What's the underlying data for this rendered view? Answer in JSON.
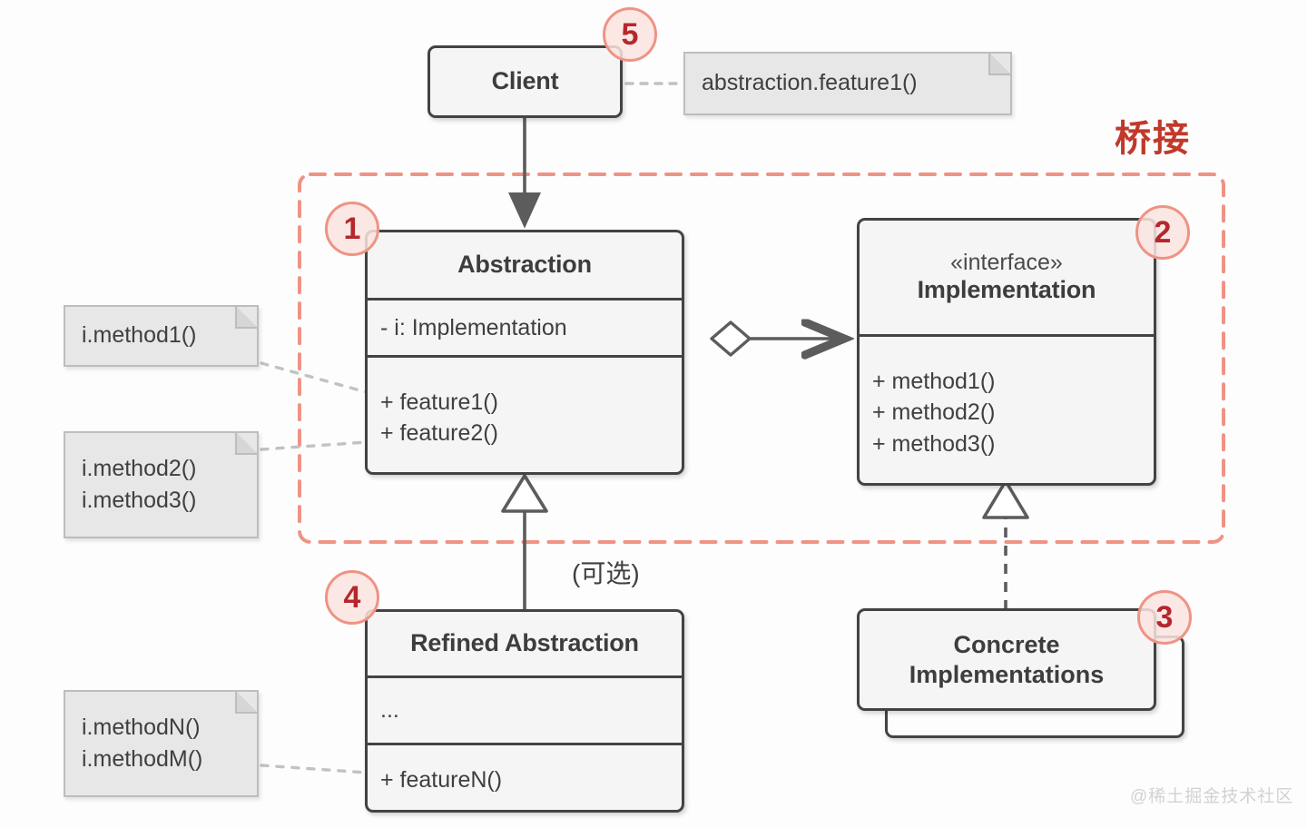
{
  "diagram": {
    "title_cn": "桥接",
    "optional_label": "(可选)",
    "watermark": "@稀土掘金技术社区",
    "colors": {
      "accent_red": "#c0392b",
      "badge_border": "#ef9385",
      "badge_fill": "#fae4e0",
      "badge_text": "#b5272d",
      "box_border": "#434343",
      "box_fill": "#f5f5f5",
      "note_fill": "#e7e7e7",
      "note_border": "#bdbdbd",
      "connector": "#5c5c5c",
      "dashed_group": "#ef9385"
    }
  },
  "classes": {
    "client": {
      "name": "Client"
    },
    "abstraction": {
      "name": "Abstraction",
      "fields": [
        "- i: Implementation"
      ],
      "methods": [
        "+ feature1()",
        "+ feature2()"
      ]
    },
    "implementation": {
      "stereotype": "«interface»",
      "name": "Implementation",
      "methods": [
        "+ method1()",
        "+ method2()",
        "+ method3()"
      ]
    },
    "refined_abstraction": {
      "name": "Refined Abstraction",
      "fields": [
        "..."
      ],
      "methods": [
        "+ featureN()"
      ]
    },
    "concrete_implementations": {
      "name_line1": "Concrete",
      "name_line2": "Implementations"
    }
  },
  "notes": {
    "client_call": "abstraction.feature1()",
    "feature1_body": "i.method1()",
    "feature2_body_line1": "i.method2()",
    "feature2_body_line2": "i.method3()",
    "featureN_body_line1": "i.methodN()",
    "featureN_body_line2": "i.methodM()"
  },
  "badges": {
    "abstraction": "1",
    "implementation": "2",
    "concrete": "3",
    "refined": "4",
    "client": "5"
  }
}
